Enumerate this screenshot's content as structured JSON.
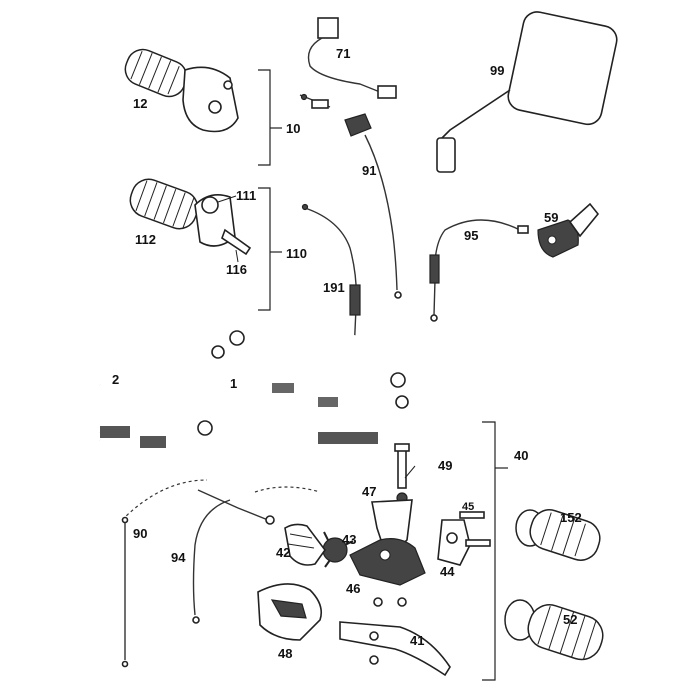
{
  "callouts": {
    "c1": "1",
    "c2": "2",
    "c10": "10",
    "c12": "12",
    "c40": "40",
    "c41": "41",
    "c42": "42",
    "c43": "43",
    "c44": "44",
    "c45": "45",
    "c46": "46",
    "c47": "47",
    "c48": "48",
    "c49": "49",
    "c52": "52",
    "c59": "59",
    "c71": "71",
    "c90": "90",
    "c91": "91",
    "c94": "94",
    "c95": "95",
    "c99": "99",
    "c110": "110",
    "c111": "111",
    "c112": "112",
    "c116": "116",
    "c152": "152",
    "c191": "191"
  }
}
